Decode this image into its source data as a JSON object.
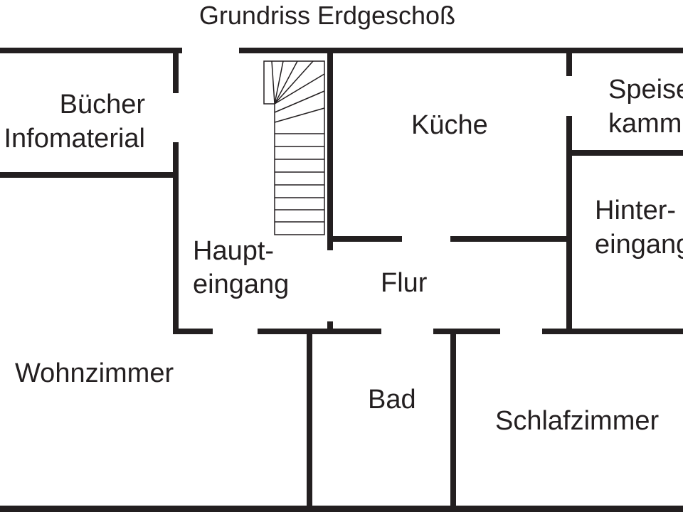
{
  "title": "Grundriss Erdgeschoß",
  "colors": {
    "wall": "#231f20",
    "text": "#231f20",
    "background": "#ffffff"
  },
  "rooms": {
    "buecher": {
      "line1": "Bücher",
      "line2": "Infomaterial"
    },
    "kueche": {
      "label": "Küche"
    },
    "speisekammer": {
      "line1": "Speise-",
      "line2": "kammer"
    },
    "hintereingang": {
      "line1": "Hinter-",
      "line2": "eingang"
    },
    "haupteingang": {
      "line1": "Haupt-",
      "line2": "eingang"
    },
    "flur": {
      "label": "Flur"
    },
    "wohnzimmer": {
      "label": "Wohnzimmer"
    },
    "bad": {
      "label": "Bad"
    },
    "schlafzimmer": {
      "label": "Schlafzimmer"
    }
  }
}
